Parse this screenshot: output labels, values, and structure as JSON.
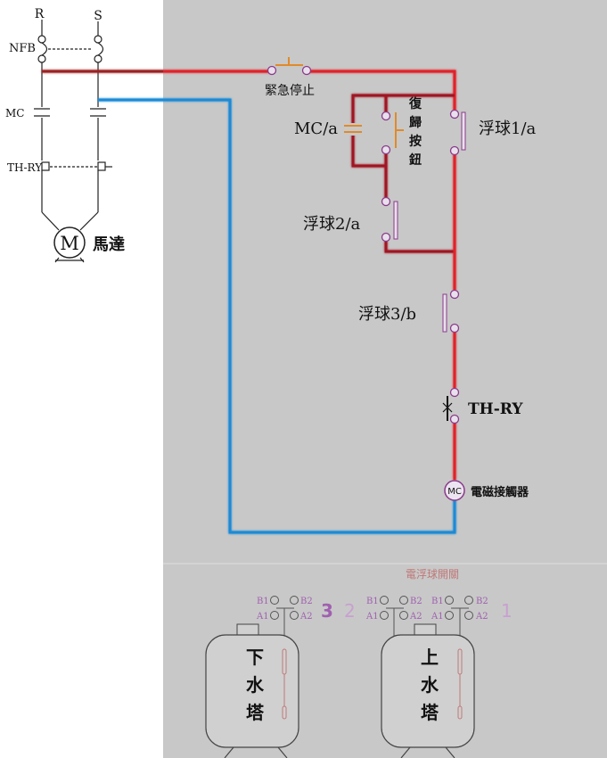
{
  "power": {
    "phase_r": "R",
    "phase_s": "S",
    "breaker": "NFB",
    "contactor": "MC",
    "thermal_relay": "TH-RY",
    "motor_symbol": "M",
    "motor_name": "馬達"
  },
  "control": {
    "emergency_stop": "緊急停止",
    "mc_aux": "MC/a",
    "reset_button": [
      "復",
      "歸",
      "按",
      "鈕"
    ],
    "float1": "浮球1/a",
    "float2": "浮球2/a",
    "float3": "浮球3/b",
    "th_ry": "TH-RY",
    "coil_symbol": "MC",
    "coil_name": "電磁接觸器"
  },
  "tanks": {
    "title": "電浮球開關",
    "terminals": {
      "b1": "B1",
      "b2": "B2",
      "a1": "A1",
      "a2": "A2"
    },
    "switch_numbers": [
      "3",
      "2",
      "1"
    ],
    "lower_tank": [
      "下",
      "水",
      "塔"
    ],
    "upper_tank": [
      "上",
      "水",
      "塔"
    ]
  },
  "colors": {
    "background_panel": "#c8c8c8",
    "live_wire": "#e0202a",
    "neutral_wire": "#1e8ad6",
    "control_wire": "#a01820",
    "contact": "#8a3a8a",
    "emergency_contact": "#e08a2a",
    "tank_label": "#c07878",
    "number_label": "#a060b0"
  }
}
